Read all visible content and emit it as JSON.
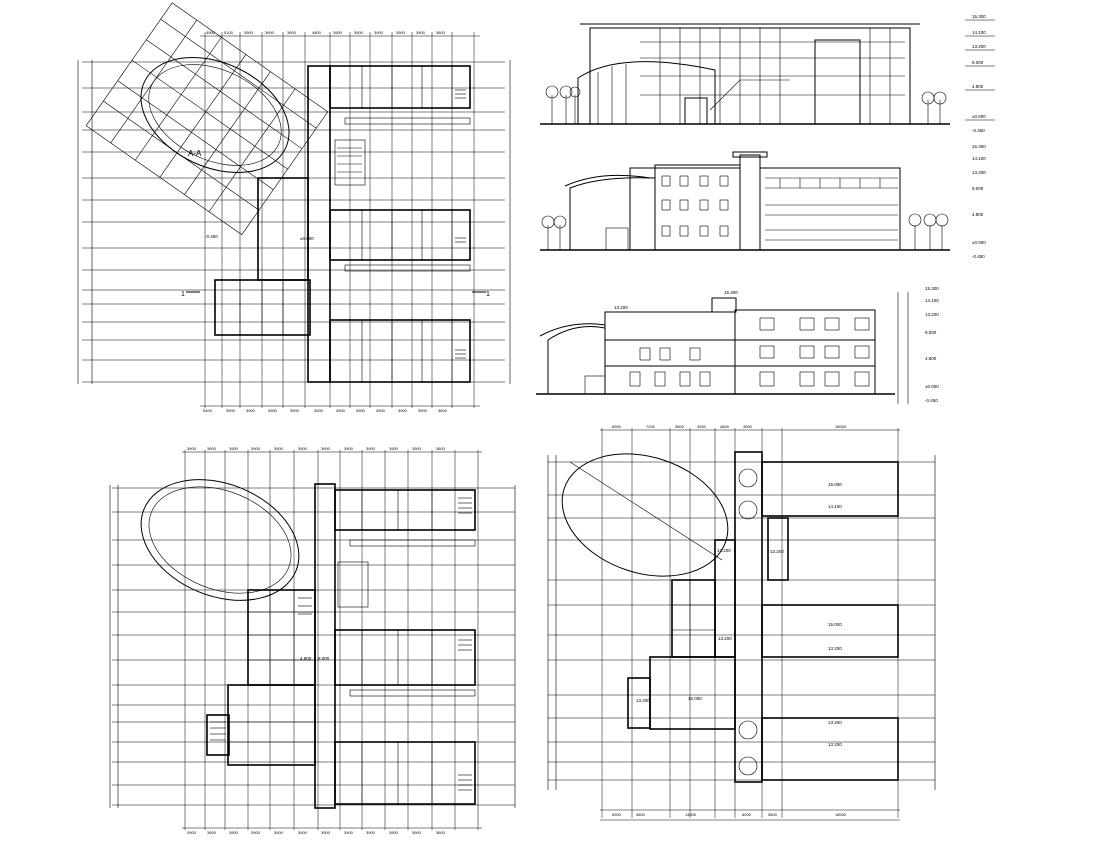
{
  "drawings": {
    "plan_1": {
      "grid_labels_top": [
        "3900",
        "5100",
        "3900",
        "3900",
        "3900",
        "4800",
        "3900",
        "3900",
        "3900",
        "3900",
        "3900",
        "3600"
      ],
      "grid_labels_bottom": [
        "5400",
        "3900",
        "3900",
        "3900",
        "3900",
        "3000",
        "3900",
        "3900",
        "3900",
        "3900",
        "3900",
        "3600"
      ],
      "levels": [
        "-0.450",
        "±0.000"
      ],
      "section_marks": [
        "1",
        "1"
      ],
      "oval_label": "A-A"
    },
    "elevation_1": {
      "levels": [
        "15.300",
        "14.100",
        "13.200",
        "9.000",
        "4.800",
        "±0.000",
        "-0.450"
      ]
    },
    "elevation_2": {
      "levels": [
        "15.300",
        "14.100",
        "13.200",
        "9.000",
        "4.800",
        "±0.000",
        "-0.450"
      ]
    },
    "section_1": {
      "levels": [
        "15.300",
        "14.100",
        "13.200",
        "9.000",
        "4.800",
        "±0.000",
        "-0.450"
      ],
      "top_labels": [
        "13.200",
        "15.300"
      ]
    },
    "plan_2": {
      "grid_labels_top": [
        "3900",
        "3900",
        "3900",
        "3900",
        "3900",
        "3900",
        "3900",
        "3900",
        "3900",
        "3900",
        "3900",
        "3600"
      ],
      "grid_labels_bottom": [
        "3900",
        "3900",
        "3900",
        "3900",
        "3900",
        "3900",
        "3900",
        "3900",
        "3900",
        "3900",
        "3900",
        "3600"
      ],
      "levels": [
        "4.800",
        "9.000"
      ]
    },
    "roof_plan": {
      "grid_labels_top": [
        "6900",
        "7200",
        "3600",
        "3900",
        "4800",
        "3900",
        "18000"
      ],
      "grid_labels_bottom": [
        "6900",
        "3600",
        "14400",
        "6000",
        "3600",
        "18000"
      ],
      "levels": [
        "15.000",
        "14.100",
        "13.200",
        "13.200",
        "15.000",
        "13.200",
        "13.200",
        "15.000",
        "13.200",
        "13.200",
        "13.200"
      ]
    }
  },
  "colors": {
    "line": "#000000",
    "background": "#ffffff"
  }
}
